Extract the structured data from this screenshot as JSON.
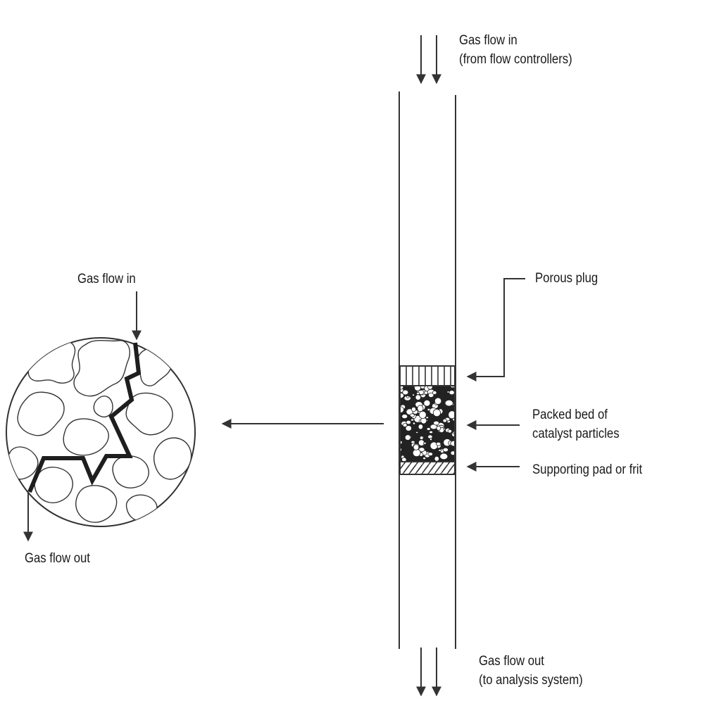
{
  "labels": {
    "top_inlet": {
      "line1": "Gas flow in",
      "line2": "(from flow controllers)"
    },
    "porous_plug": "Porous plug",
    "packed_bed": {
      "line1": "Packed bed of",
      "line2": "catalyst particles"
    },
    "support": "Supporting pad or frit",
    "bottom_outlet": {
      "line1": "Gas flow out",
      "line2": "(to analysis system)"
    },
    "zoom_inlet": "Gas flow in",
    "zoom_outlet": "Gas flow out"
  },
  "colors": {
    "line": "#333333",
    "path": "#1e1e1e",
    "background": "#ffffff"
  }
}
